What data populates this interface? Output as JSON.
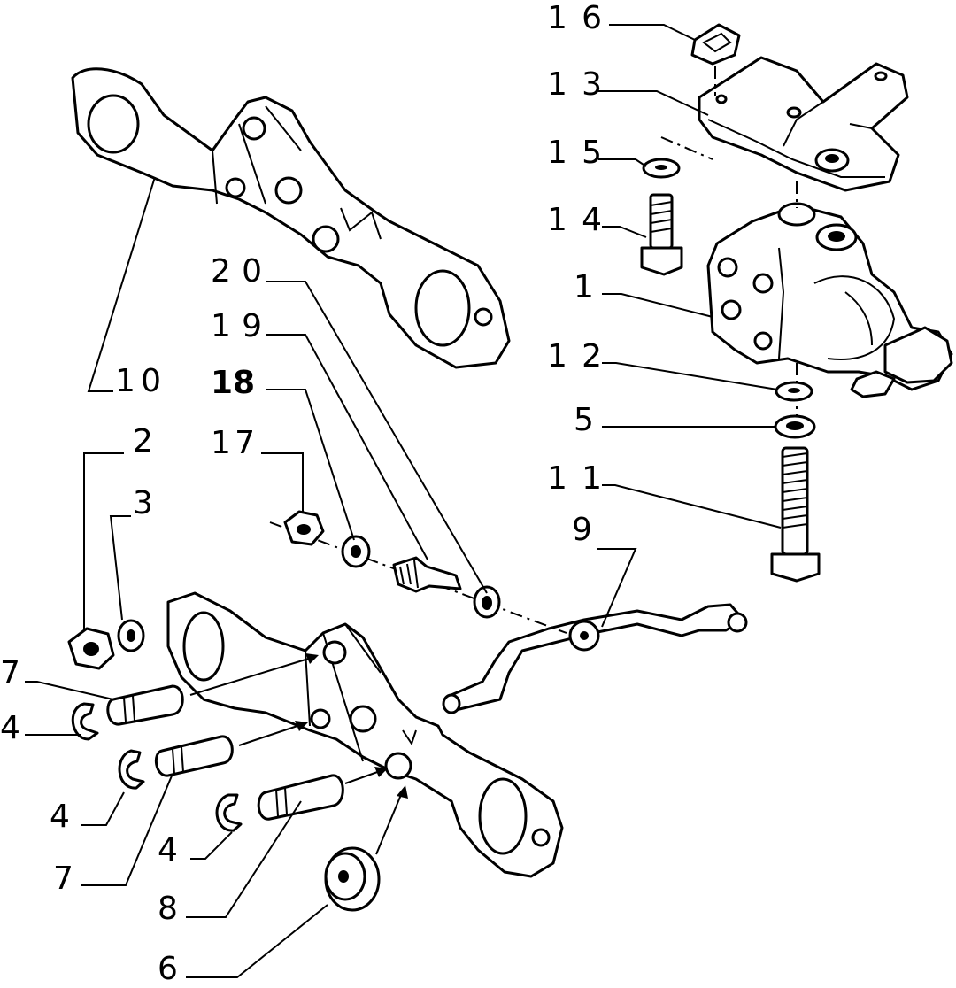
{
  "diagram": {
    "callouts": [
      {
        "id": "c16",
        "text": "16"
      },
      {
        "id": "c13",
        "text": "13"
      },
      {
        "id": "c15",
        "text": "15"
      },
      {
        "id": "c14",
        "text": "14"
      },
      {
        "id": "c1",
        "text": "1"
      },
      {
        "id": "c12",
        "text": "12"
      },
      {
        "id": "c5",
        "text": "5"
      },
      {
        "id": "c11",
        "text": "11"
      },
      {
        "id": "c9",
        "text": "9"
      },
      {
        "id": "c20",
        "text": "20"
      },
      {
        "id": "c19",
        "text": "19"
      },
      {
        "id": "c18",
        "text": "18"
      },
      {
        "id": "c17",
        "text": "17"
      },
      {
        "id": "c10",
        "text": "10"
      },
      {
        "id": "c2",
        "text": "2"
      },
      {
        "id": "c3",
        "text": "3"
      },
      {
        "id": "c7a",
        "text": "7"
      },
      {
        "id": "c4a",
        "text": "4"
      },
      {
        "id": "c4b",
        "text": "4"
      },
      {
        "id": "c4c",
        "text": "4"
      },
      {
        "id": "c7b",
        "text": "7"
      },
      {
        "id": "c8",
        "text": "8"
      },
      {
        "id": "c6",
        "text": "6"
      }
    ]
  }
}
